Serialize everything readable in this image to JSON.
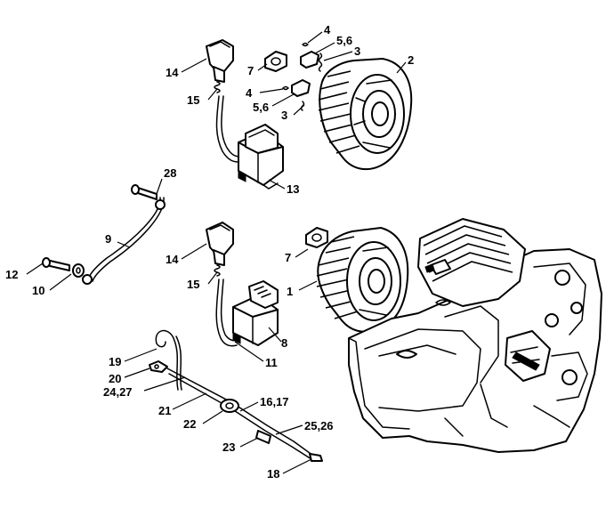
{
  "callouts": [
    {
      "id": "c1",
      "text": "14"
    },
    {
      "id": "c2",
      "text": "15"
    },
    {
      "id": "c3",
      "text": "7"
    },
    {
      "id": "c4",
      "text": "4"
    },
    {
      "id": "c5",
      "text": "5,6"
    },
    {
      "id": "c6",
      "text": "3"
    },
    {
      "id": "c7",
      "text": "2"
    },
    {
      "id": "c8",
      "text": "4"
    },
    {
      "id": "c9",
      "text": "5,6"
    },
    {
      "id": "c10",
      "text": "3"
    },
    {
      "id": "c11",
      "text": "13"
    },
    {
      "id": "c12",
      "text": "28"
    },
    {
      "id": "c13",
      "text": "9"
    },
    {
      "id": "c14",
      "text": "12"
    },
    {
      "id": "c15",
      "text": "10"
    },
    {
      "id": "c16",
      "text": "14"
    },
    {
      "id": "c17",
      "text": "7"
    },
    {
      "id": "c18",
      "text": "15"
    },
    {
      "id": "c19",
      "text": "1"
    },
    {
      "id": "c20",
      "text": "8"
    },
    {
      "id": "c21",
      "text": "11"
    },
    {
      "id": "c22",
      "text": "19"
    },
    {
      "id": "c23",
      "text": "20"
    },
    {
      "id": "c24",
      "text": "24,27"
    },
    {
      "id": "c25",
      "text": "21"
    },
    {
      "id": "c26",
      "text": "16,17"
    },
    {
      "id": "c27",
      "text": "22"
    },
    {
      "id": "c28",
      "text": "25,26"
    },
    {
      "id": "c29",
      "text": "23"
    },
    {
      "id": "c30",
      "text": "18"
    }
  ]
}
